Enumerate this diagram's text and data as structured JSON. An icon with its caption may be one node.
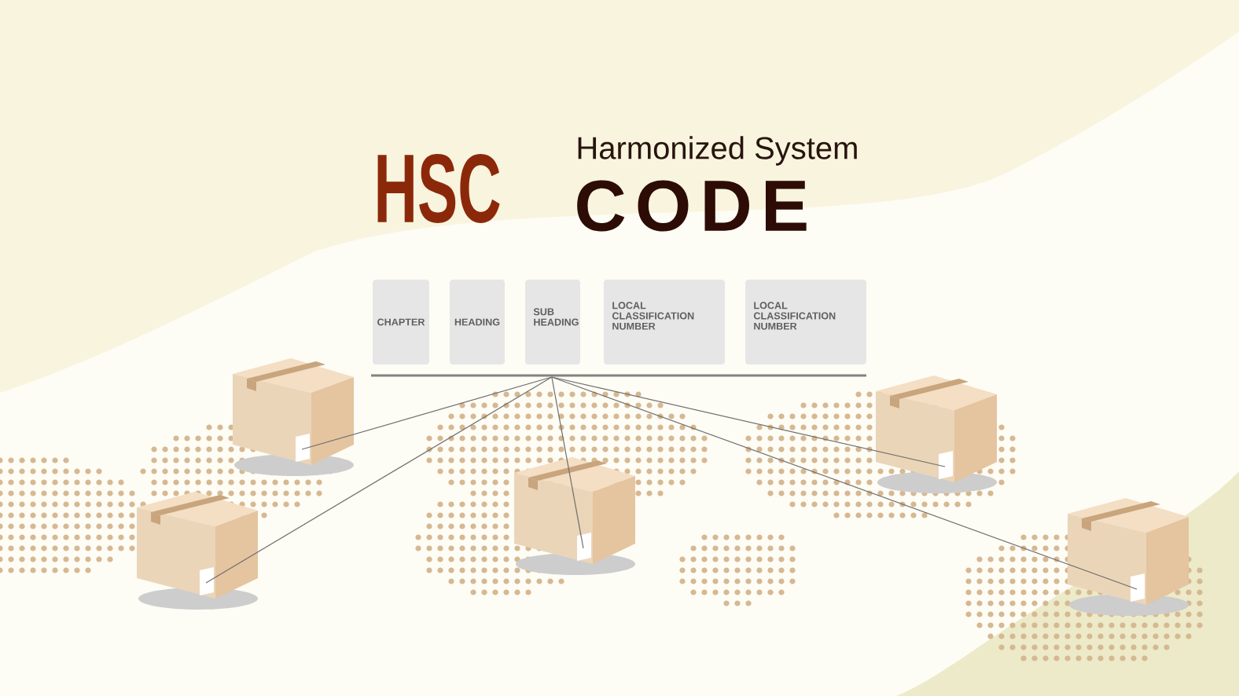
{
  "diagram": {
    "title": "HSC",
    "nodes": [
      {
        "text": [
          "CHAPTER"
        ]
      },
      {
        "text": [
          "HEADING"
        ]
      },
      {
        "text": [
          "SUB HEADING"
        ]
      },
      {
        "text": [
          "LOCAL CLASSIFICATION NUMBER"
        ]
      },
      {
        "text": [
          "LOCAL CLASSIFICATION NUMBER"
        ]
      },
      {
        "text": [],
        "shape": "bar"
      },
      {
        "text": [],
        "shape": "picture"
      },
      {
        "text": [],
        "shape": "picture"
      },
      {
        "text": [],
        "shape": "picture"
      },
      {
        "text": [],
        "shape": "picture"
      },
      {
        "text": [],
        "shape": "picture"
      }
    ],
    "edges": [
      {
        "from": 5,
        "to": 6,
        "arrow": "none"
      },
      {
        "from": 5,
        "to": 7,
        "arrow": "none"
      },
      {
        "from": 5,
        "to": 8,
        "arrow": "none"
      },
      {
        "from": 5,
        "to": 9,
        "arrow": "none"
      },
      {
        "from": 5,
        "to": 10,
        "arrow": "none"
      }
    ],
    "labels": [
      "Harmonized System",
      "CODE"
    ]
  }
}
